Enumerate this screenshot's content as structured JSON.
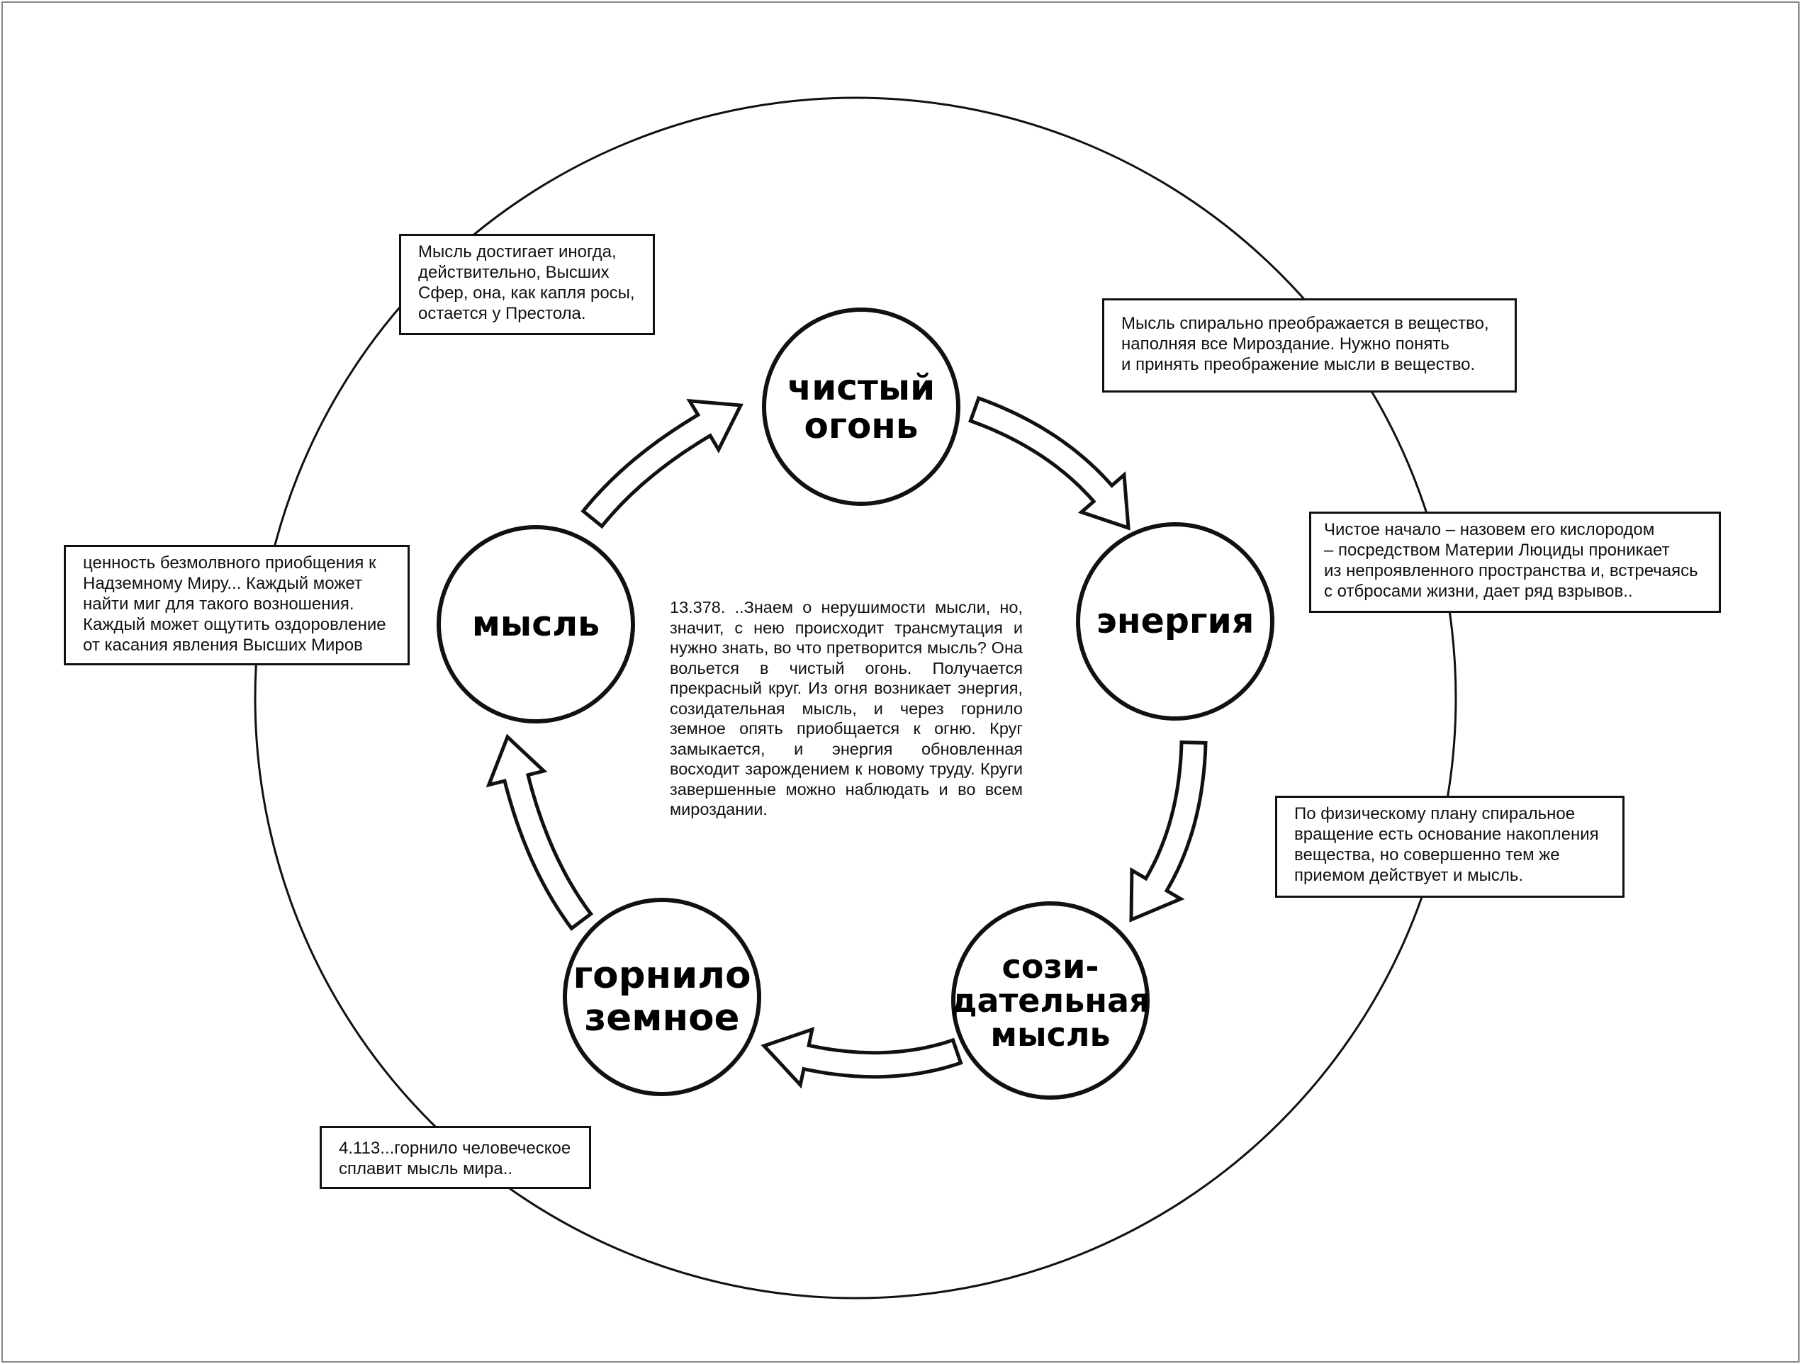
{
  "nodes": {
    "fire": "чистый\nогонь",
    "energy": "энергия",
    "creative": "сози-\nдательная\nмысль",
    "crucible": "горнило\nземное",
    "thought": "мысль"
  },
  "center_text": "13.378. ..Знаем о нерушимости мысли, но, значит, с нею происходит трансмутация и нужно знать, во что претворится мысль? Она вольется в чистый огонь. Получается прекрасный круг. Из огня возникает энергия, созидательная мысль, и через горнило земное опять приобщается к огню. Круг замыкается, и энергия обновленная восходит зарождением к новому труду. Круги завершенные можно наблюдать и во всем мироздании.",
  "quotes": {
    "top_left": "Мысль достигает иногда,\nдействительно, Высших\nСфер, она, как капля росы,\nостается у Престола.",
    "top_right": "Мысль спирально преображается в вещество,\nнаполняя все Мироздание. Нужно понять\nи принять преображение мысли в вещество.",
    "right": "Чистое начало – назовем его кислородом\n  – посредством Материи Люциды проникает\nиз непроявленного пространства и, встречаясь\nс отбросами жизни, дает ряд взрывов..",
    "right_lower": "По физическому плану спиральное\nвращение есть основание накопления\nвещества, но совершенно тем же\nприемом действует и мысль.",
    "left": " ценность безмолвного приобщения к\nНадземному Миру... Каждый может\nнайти миг для такого возношения.\nКаждый может ощутить оздоровление\nот касания явления Высших Миров",
    "bottom_left": "4.113...горнило человеческое\nсплавит мысль мира.."
  }
}
